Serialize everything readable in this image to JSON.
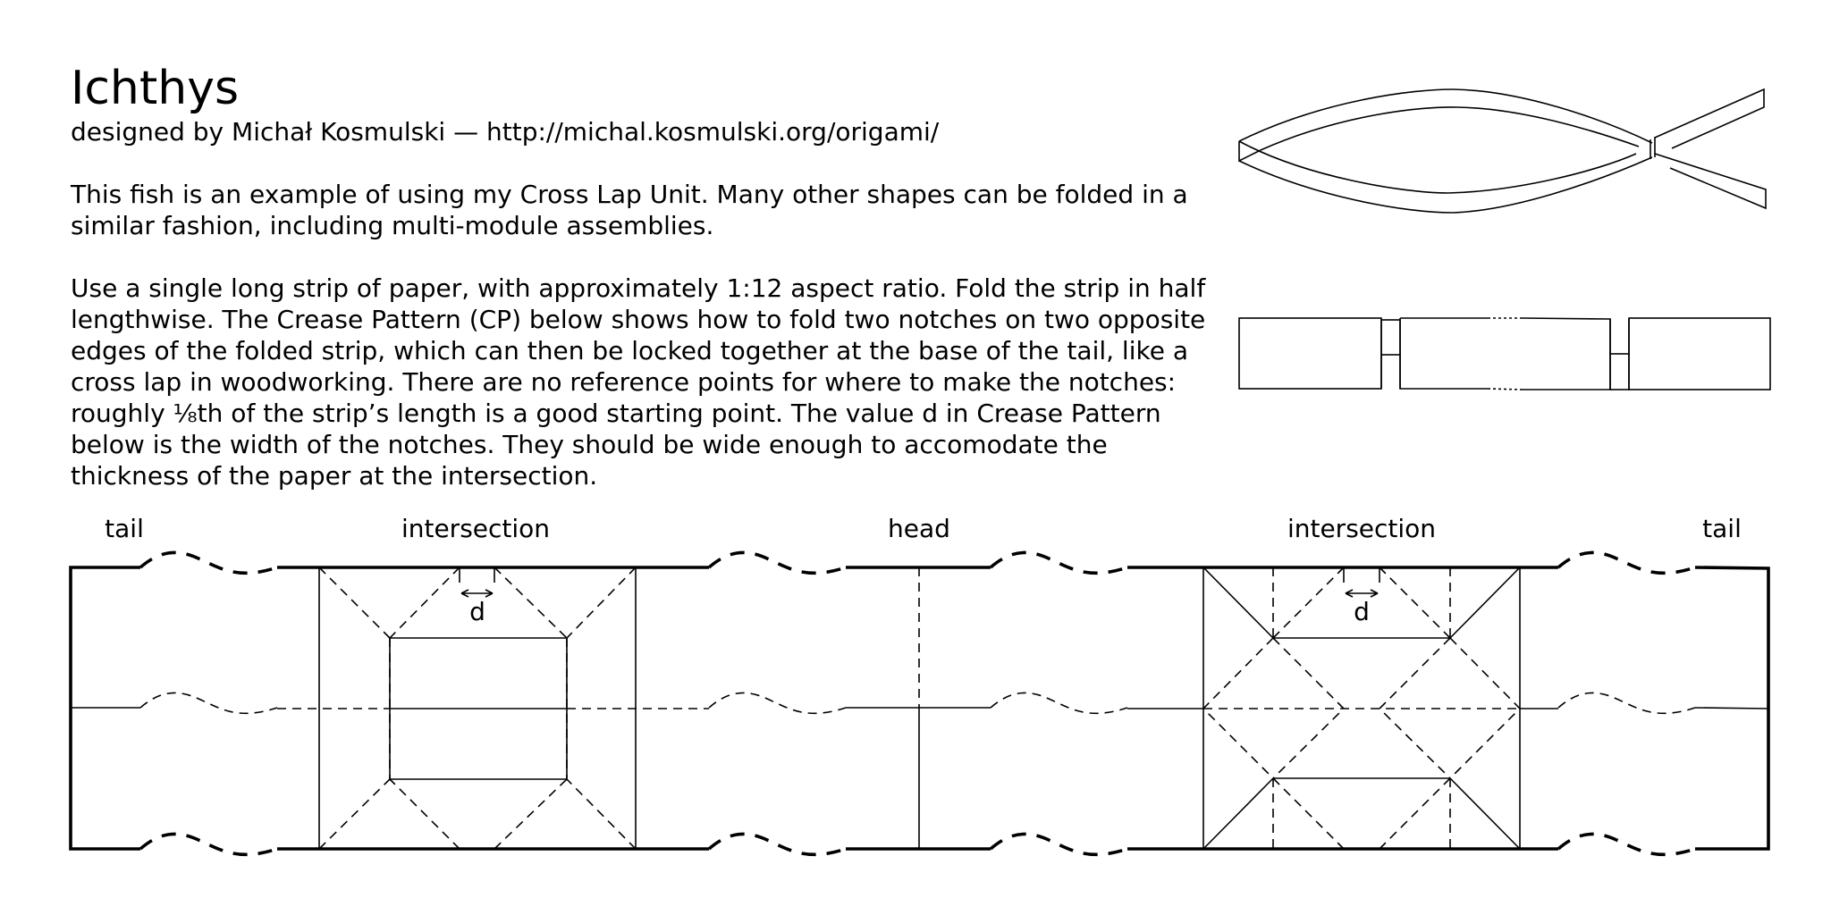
{
  "header": {
    "title": "Ichthys",
    "byline": "designed by Michał Kosmulski — http://michal.kosmulski.org/origami/"
  },
  "intro": {
    "paragraph1": "This fish is an example of using my Cross Lap Unit. Many other shapes can be folded in a similar fashion, including multi-module assemblies.",
    "paragraph2": "Use a single long strip of paper, with approximately 1:12 aspect ratio. Fold the strip in half lengthwise. The Crease Pattern (CP) below shows how to fold two notches on two opposite edges of the folded strip, which can then be locked together at the base of the tail, like a cross lap in woodworking. There are no reference points for where to make the notches: roughly ⅛th of the strip’s length is a good starting point. The value d in Crease Pattern below is the width of the notches. They should be wide enough to accomodate the thickness of the paper at the intersection."
  },
  "crease_pattern": {
    "section_labels": {
      "tail_left": "tail",
      "intersection_left": "intersection",
      "head": "head",
      "intersection_right": "intersection",
      "tail_right": "tail"
    },
    "dimension_label": "d"
  },
  "legend": {
    "valley_fold": "dashed",
    "mountain_or_cut": "solid",
    "paper_edge": "thick"
  }
}
